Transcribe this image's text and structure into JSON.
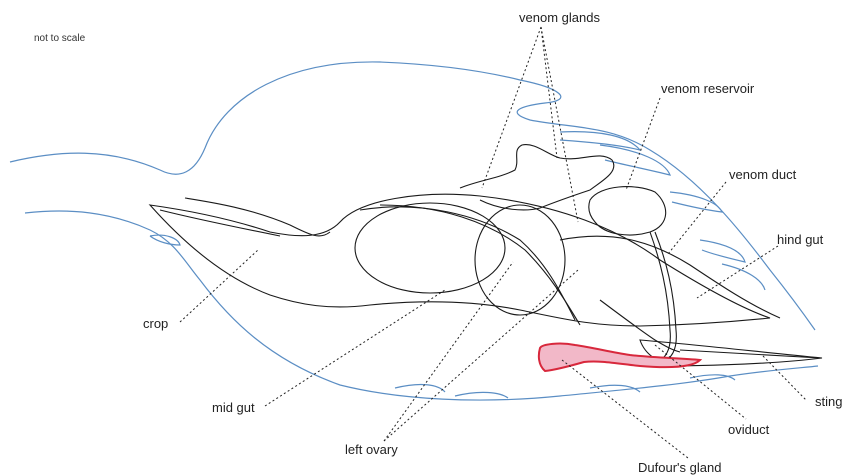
{
  "note": "not to scale",
  "labels": {
    "venom_glands": "venom glands",
    "venom_reservoir": "venom reservoir",
    "venom_duct": "venom duct",
    "hind_gut": "hind gut",
    "crop": "crop",
    "mid_gut": "mid gut",
    "left_ovary": "left ovary",
    "oviduct": "oviduct",
    "sting": "sting",
    "dufours_gland": "Dufour's gland"
  },
  "colors": {
    "body_outline": "#5b8ec4",
    "organ_outline": "#1a1a1a",
    "dufours_fill": "#f2b8c8",
    "dufours_stroke": "#d8283c",
    "leader_line": "#222222"
  }
}
